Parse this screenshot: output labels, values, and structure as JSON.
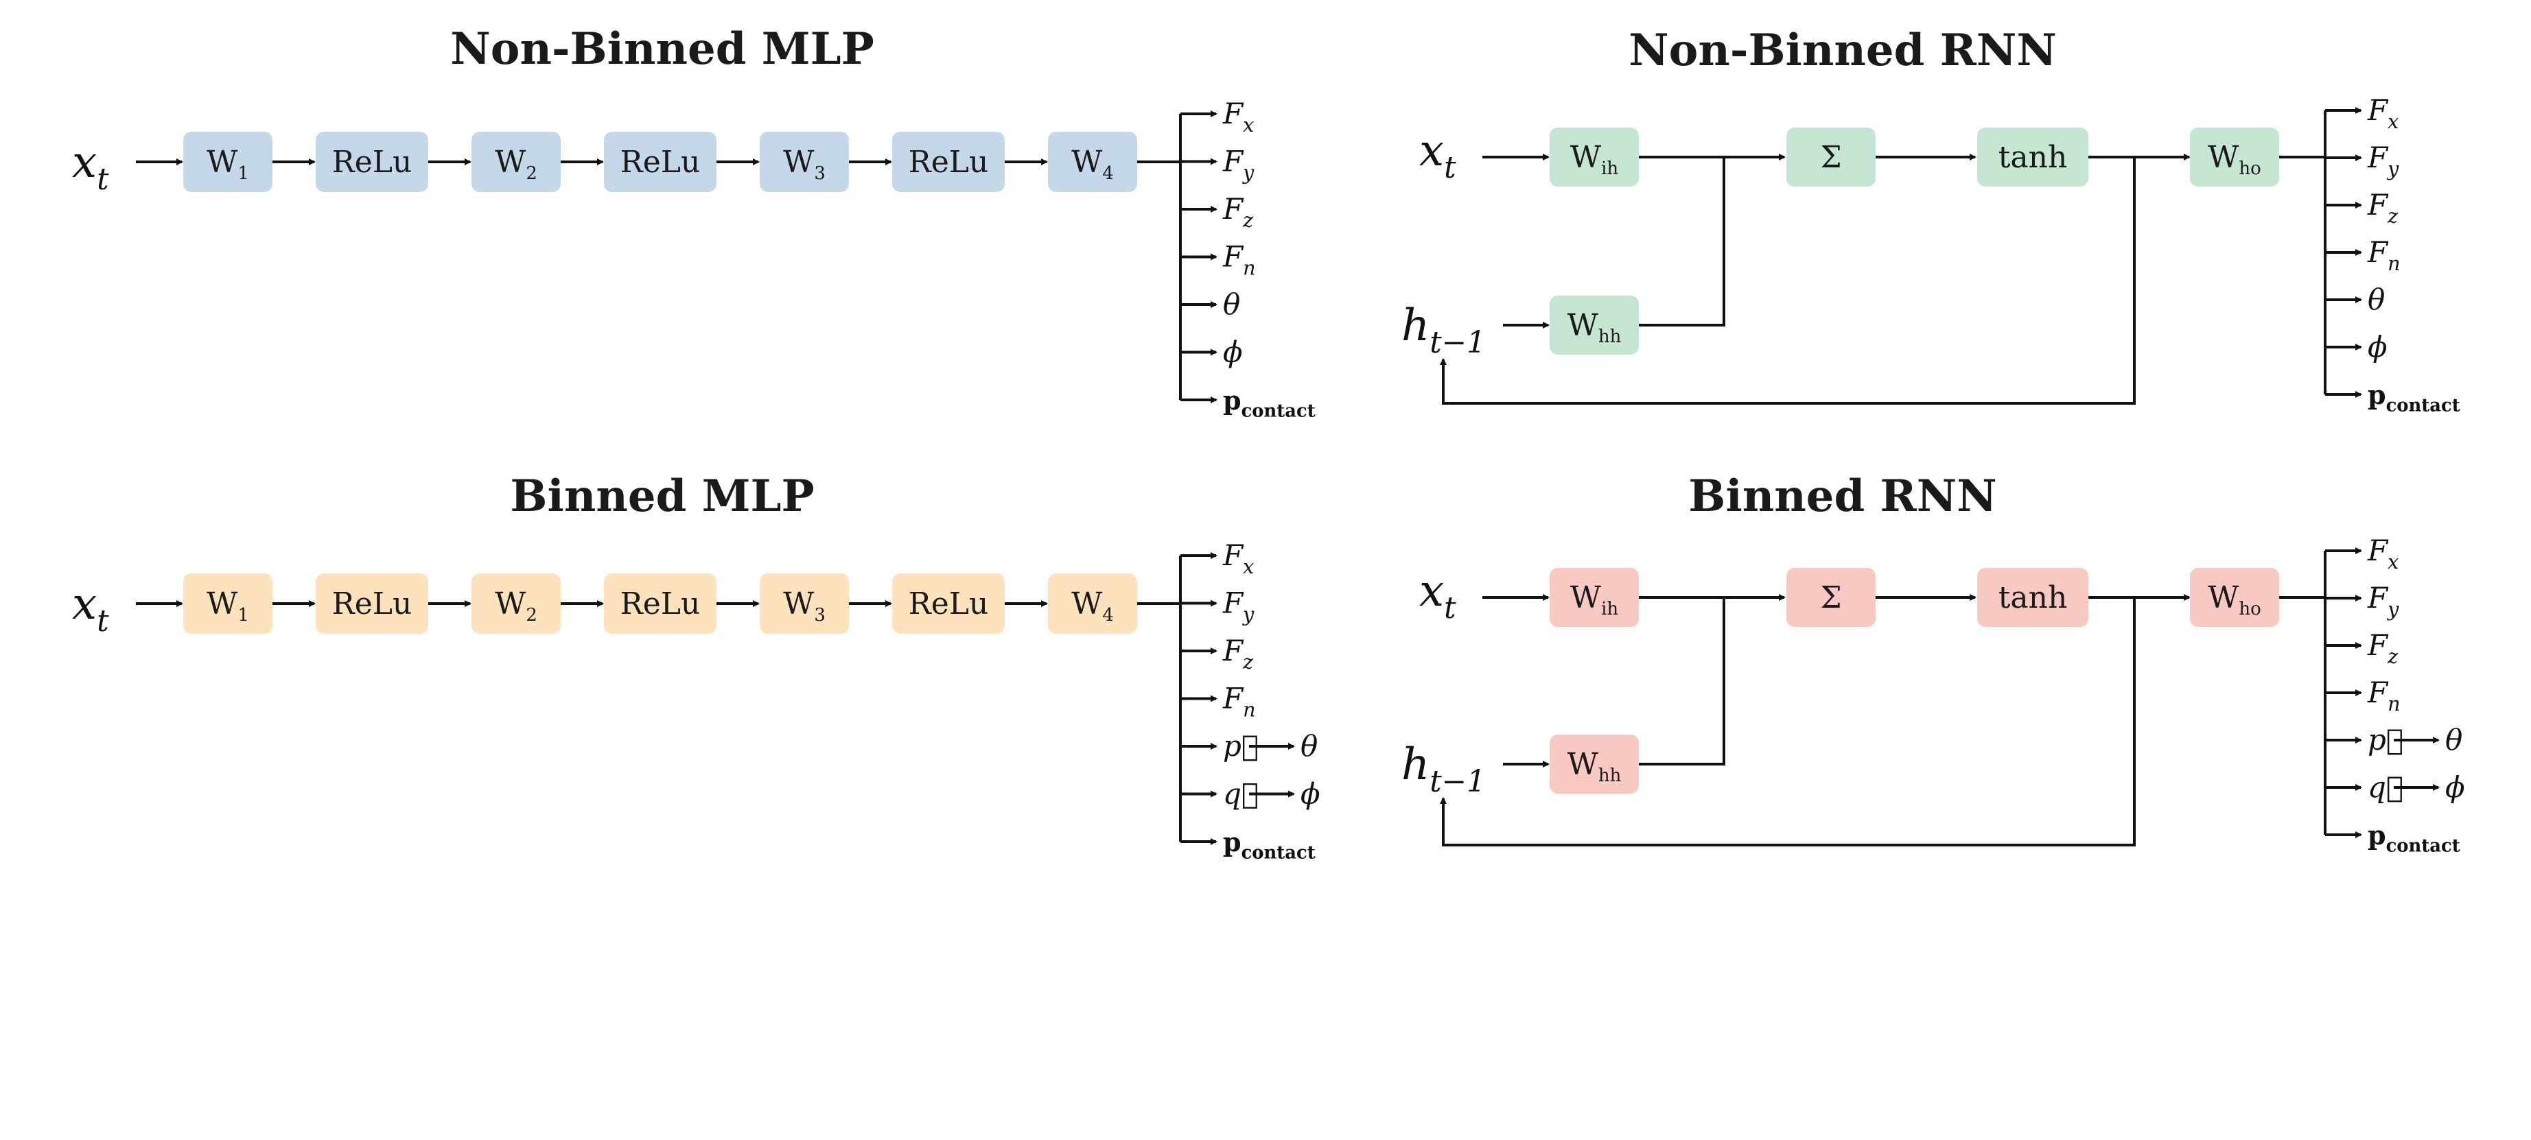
{
  "colors": {
    "mlp_nonbinned": "#c5d8ea",
    "mlp_binned": "#fde3bd",
    "rnn_nonbinned": "#c4e6d2",
    "rnn_binned": "#f8c8c3",
    "line": "#111111"
  },
  "panels": {
    "nonbinned_mlp": {
      "title": "Non-Binned MLP",
      "input": {
        "base": "x",
        "sub": "t"
      },
      "boxes": [
        {
          "main": "W",
          "sub": "1"
        },
        {
          "main": "ReLu",
          "sub": ""
        },
        {
          "main": "W",
          "sub": "2"
        },
        {
          "main": "ReLu",
          "sub": ""
        },
        {
          "main": "W",
          "sub": "3"
        },
        {
          "main": "ReLu",
          "sub": ""
        },
        {
          "main": "W",
          "sub": "4"
        }
      ],
      "outputs": [
        {
          "base": "F",
          "sub": "x"
        },
        {
          "base": "F",
          "sub": "y"
        },
        {
          "base": "F",
          "sub": "z"
        },
        {
          "base": "F",
          "sub": "n"
        },
        {
          "base": "θ",
          "sub": ""
        },
        {
          "base": "ϕ",
          "sub": ""
        },
        {
          "base": "p",
          "sub": "contact"
        }
      ]
    },
    "binned_mlp": {
      "title": "Binned MLP",
      "input": {
        "base": "x",
        "sub": "t"
      },
      "boxes": [
        {
          "main": "W",
          "sub": "1"
        },
        {
          "main": "ReLu",
          "sub": ""
        },
        {
          "main": "W",
          "sub": "2"
        },
        {
          "main": "ReLu",
          "sub": ""
        },
        {
          "main": "W",
          "sub": "3"
        },
        {
          "main": "ReLu",
          "sub": ""
        },
        {
          "main": "W",
          "sub": "4"
        }
      ],
      "outputs": [
        {
          "base": "F",
          "sub": "x"
        },
        {
          "base": "F",
          "sub": "y"
        },
        {
          "base": "F",
          "sub": "z"
        },
        {
          "base": "F",
          "sub": "n"
        },
        {
          "base": "p⃗",
          "sub": "",
          "arrow_to": "θ"
        },
        {
          "base": "q⃗",
          "sub": "",
          "arrow_to": "ϕ"
        },
        {
          "base": "p",
          "sub": "contact"
        }
      ]
    },
    "nonbinned_rnn": {
      "title": "Non-Binned RNN",
      "input": {
        "base": "x",
        "sub": "t"
      },
      "hidden": {
        "base": "h",
        "sub": "t−1"
      },
      "boxes": {
        "wih": {
          "main": "W",
          "sub": "ih"
        },
        "whh": {
          "main": "W",
          "sub": "hh"
        },
        "sum": {
          "main": "Σ",
          "sub": ""
        },
        "tanh": {
          "main": "tanh",
          "sub": ""
        },
        "who": {
          "main": "W",
          "sub": "ho"
        }
      },
      "outputs": [
        {
          "base": "F",
          "sub": "x"
        },
        {
          "base": "F",
          "sub": "y"
        },
        {
          "base": "F",
          "sub": "z"
        },
        {
          "base": "F",
          "sub": "n"
        },
        {
          "base": "θ",
          "sub": ""
        },
        {
          "base": "ϕ",
          "sub": ""
        },
        {
          "base": "p",
          "sub": "contact"
        }
      ]
    },
    "binned_rnn": {
      "title": "Binned RNN",
      "input": {
        "base": "x",
        "sub": "t"
      },
      "hidden": {
        "base": "h",
        "sub": "t−1"
      },
      "boxes": {
        "wih": {
          "main": "W",
          "sub": "ih"
        },
        "whh": {
          "main": "W",
          "sub": "hh"
        },
        "sum": {
          "main": "Σ",
          "sub": ""
        },
        "tanh": {
          "main": "tanh",
          "sub": ""
        },
        "who": {
          "main": "W",
          "sub": "ho"
        }
      },
      "outputs": [
        {
          "base": "F",
          "sub": "x"
        },
        {
          "base": "F",
          "sub": "y"
        },
        {
          "base": "F",
          "sub": "z"
        },
        {
          "base": "F",
          "sub": "n"
        },
        {
          "base": "p⃗",
          "sub": "",
          "arrow_to": "θ"
        },
        {
          "base": "q⃗",
          "sub": "",
          "arrow_to": "ϕ"
        },
        {
          "base": "p",
          "sub": "contact"
        }
      ]
    }
  }
}
